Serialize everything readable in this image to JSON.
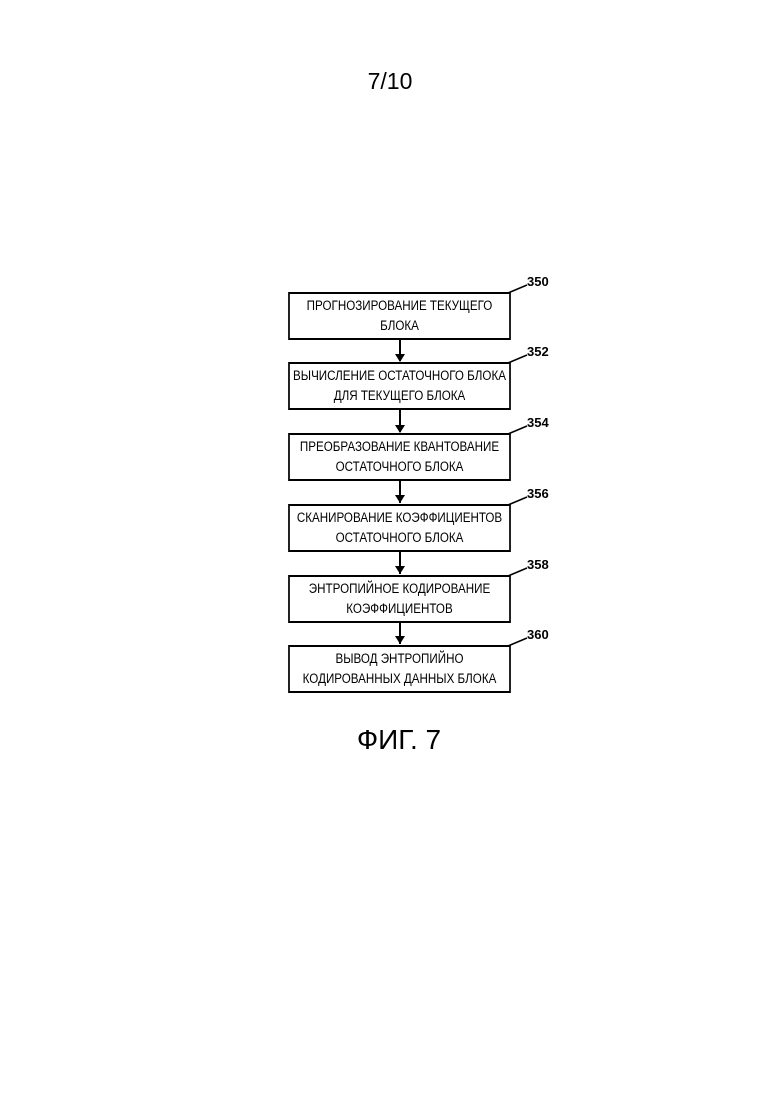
{
  "page_number": "7/10",
  "steps": [
    {
      "ref": "350",
      "text": "ПРОГНОЗИРОВАНИЕ ТЕКУЩЕГО БЛОКА"
    },
    {
      "ref": "352",
      "text": "ВЫЧИСЛЕНИЕ ОСТАТОЧНОГО БЛОКА ДЛЯ ТЕКУЩЕГО БЛОКА"
    },
    {
      "ref": "354",
      "text": "ПРЕОБРАЗОВАНИЕ КВАНТОВАНИЕ ОСТАТОЧНОГО БЛОКА"
    },
    {
      "ref": "356",
      "text": "СКАНИРОВАНИЕ КОЭФФИЦИЕНТОВ ОСТАТОЧНОГО БЛОКА"
    },
    {
      "ref": "358",
      "text": "ЭНТРОПИЙНОЕ КОДИРОВАНИЕ КОЭФФИЦИЕНТОВ"
    },
    {
      "ref": "360",
      "text": "ВЫВОД ЭНТРОПИЙНО КОДИРОВАННЫХ ДАННЫХ БЛОКА"
    }
  ],
  "caption": "ФИГ. 7"
}
